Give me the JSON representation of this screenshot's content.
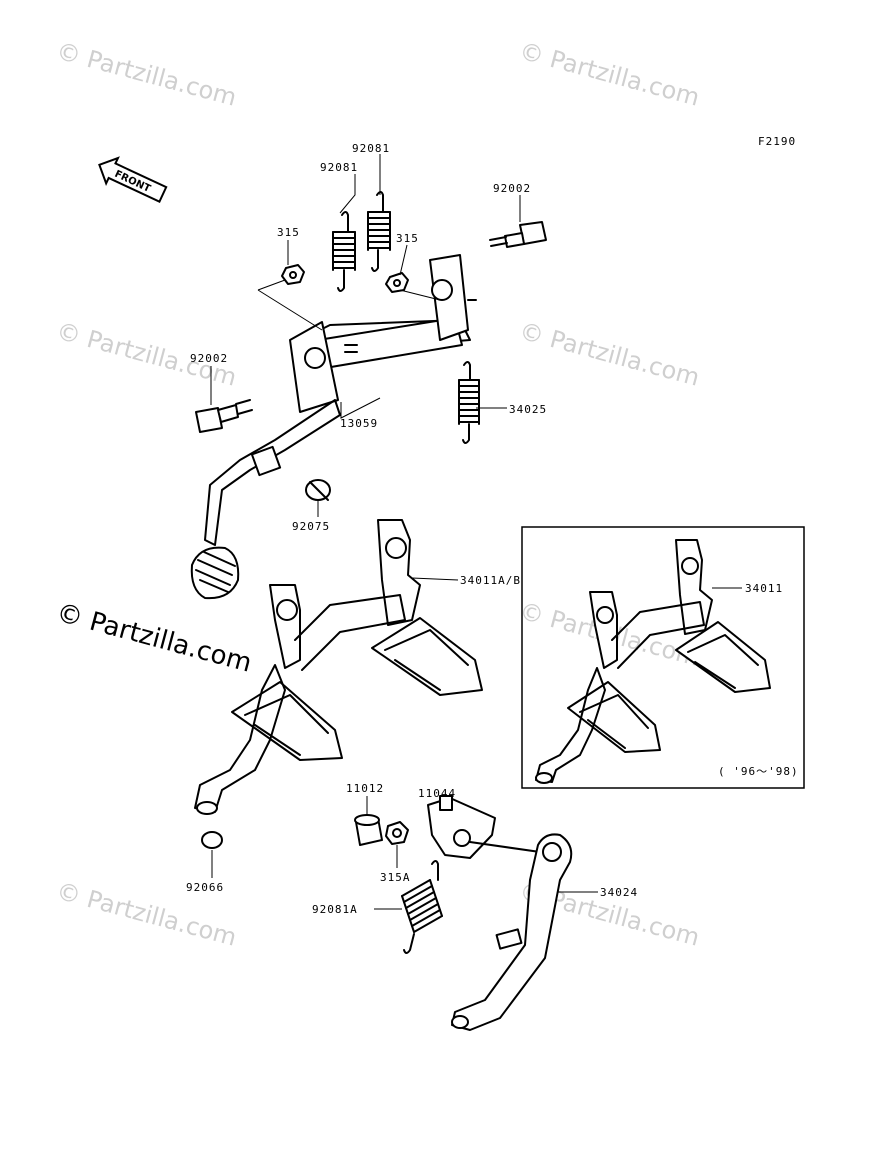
{
  "figure_code": "F2190",
  "front_label": "FRONT",
  "watermark_text": "© Partzilla.com",
  "watermark_brand": "Partzilla.com",
  "inset_note": "( '96～'98)",
  "parts": {
    "p92081_upper": "92081",
    "p92081_lower": "92081",
    "p92002_right": "92002",
    "p315_left": "315",
    "p315_right": "315",
    "p92002_left": "92002",
    "p13059": "13059",
    "p34025": "34025",
    "p92075": "92075",
    "p34011AB": "34011A/B",
    "p34011": "34011",
    "p11012": "11012",
    "p11044": "11044",
    "p315A": "315A",
    "p92066": "92066",
    "p92081A": "92081A",
    "p34024": "34024"
  }
}
